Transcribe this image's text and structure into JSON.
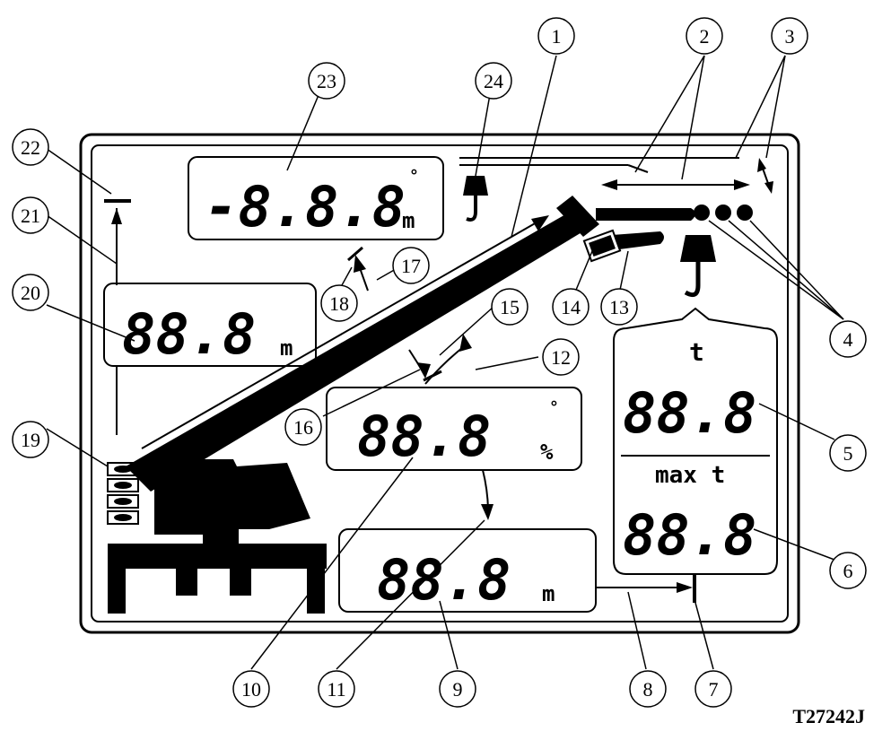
{
  "figure_id": "T27242J",
  "panel": {
    "top_display": {
      "value": "-8.8.8",
      "unit_top": "°",
      "unit_bottom": "m"
    },
    "left_display": {
      "value": "88.8",
      "unit": "m"
    },
    "angle_display": {
      "value": "88.8",
      "unit_top": "°",
      "unit_bottom": "%"
    },
    "radius_display": {
      "value": "88.8",
      "unit": "m"
    },
    "load_display": {
      "actual_unit": "t",
      "actual_value": "88.8",
      "max_unit": "max t",
      "max_value": "88.8"
    }
  },
  "callouts": [
    "1",
    "2",
    "3",
    "4",
    "5",
    "6",
    "7",
    "8",
    "9",
    "10",
    "11",
    "12",
    "13",
    "14",
    "15",
    "16",
    "17",
    "18",
    "19",
    "20",
    "21",
    "22",
    "23",
    "24"
  ]
}
